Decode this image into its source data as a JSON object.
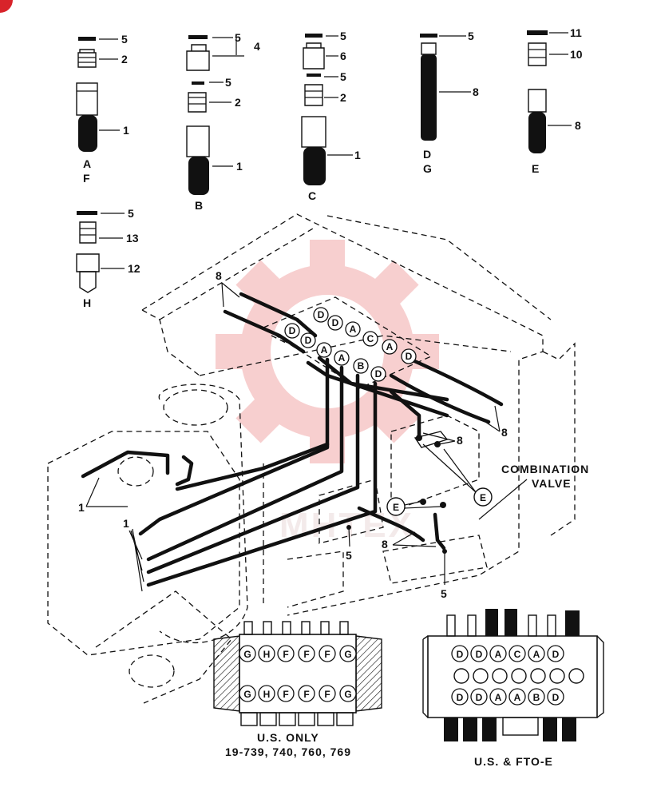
{
  "parts": {
    "A": {
      "callouts": [
        "5",
        "2",
        "1"
      ],
      "caption": [
        "A",
        "F"
      ]
    },
    "B": {
      "callouts": [
        "5",
        "4",
        "5",
        "2",
        "1"
      ],
      "caption": [
        "B"
      ]
    },
    "C": {
      "callouts": [
        "5",
        "6",
        "5",
        "2",
        "1"
      ],
      "caption": [
        "C"
      ]
    },
    "D": {
      "callouts": [
        "5",
        "8"
      ],
      "caption": [
        "D",
        "G"
      ]
    },
    "E": {
      "callouts": [
        "11",
        "10",
        "8"
      ],
      "caption": [
        "E"
      ]
    },
    "H": {
      "callouts": [
        "5",
        "13",
        "12"
      ],
      "caption": [
        "H"
      ]
    }
  },
  "assembly": {
    "manifold_circles_top": [
      "D",
      "D",
      "A",
      "C",
      "A",
      "D"
    ],
    "manifold_circles_left": [
      "D",
      "D",
      "A"
    ],
    "manifold_circles_bottom": [
      "A",
      "B",
      "D"
    ],
    "callout_8": "8",
    "callout_1": "1",
    "callout_5": "5",
    "valve_circles": [
      "E",
      "E"
    ],
    "combination_valve": [
      "COMBINATION",
      "VALVE"
    ]
  },
  "inset_us_only": {
    "row_top": [
      "G",
      "H",
      "F",
      "F",
      "F",
      "G"
    ],
    "row_bottom": [
      "G",
      "H",
      "F",
      "F",
      "F",
      "G"
    ],
    "caption": [
      "U.S. ONLY",
      "19-739, 740, 760, 769"
    ]
  },
  "inset_fto": {
    "row_top": [
      "D",
      "D",
      "A",
      "C",
      "A",
      "D"
    ],
    "row_bottom": [
      "D",
      "D",
      "A",
      "A",
      "B",
      "D"
    ],
    "caption": "U.S. & FTO-E"
  },
  "watermark": "MHTEX",
  "colors": {
    "ink": "#111111",
    "watermark": "#f2a9a9",
    "corner": "#d8232a"
  }
}
